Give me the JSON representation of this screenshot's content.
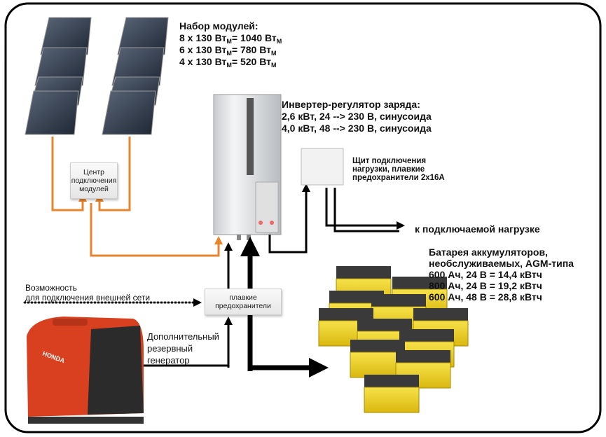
{
  "modules": {
    "title": "Набор модулей:",
    "lines": [
      {
        "lhs": "8 x 130 Вт",
        "sub1": "М",
        "rhs": "= 1040 Вт",
        "sub2": "М"
      },
      {
        "lhs": "6 x 130 Вт",
        "sub1": "М",
        "rhs": "= 780 Вт",
        "sub2": "М"
      },
      {
        "lhs": "4 x 130 Вт",
        "sub1": "М",
        "rhs": "= 520 Вт",
        "sub2": "М"
      }
    ]
  },
  "inverter": {
    "title": "Инвертер-регулятор заряда:",
    "lines": [
      "2,6 кВт, 24 --> 230 В, синусоида",
      "4,0 кВт, 48 --> 230 В, синусоида"
    ]
  },
  "load_panel": {
    "lines": [
      "Щит подключения",
      "нагрузки, плавкие",
      "предохранители 2x16A"
    ]
  },
  "load_label": "к подключаемой нагрузке",
  "battery": {
    "lines": [
      "Батарея аккумуляторов,",
      "необслуживаемых, AGM-типа",
      "600 Ач, 24 В  = 14,4 кВтч",
      "800 Ач, 24 В  = 19,2 кВтч",
      "600 Ач, 48 В  = 28,8 кВтч"
    ]
  },
  "module_center": {
    "lines": [
      "Центр",
      "подключения",
      "модулей"
    ]
  },
  "fuses": {
    "lines": [
      "плавкие",
      "предохранители"
    ]
  },
  "grid": {
    "lines": [
      "Возможность",
      "для подключения внешней сети"
    ]
  },
  "generator": {
    "lines": [
      "Дополнительный",
      "резервный",
      "генератор"
    ],
    "brand": "HONDA"
  },
  "colors": {
    "frame": "#000000",
    "pv_wire": "#e8842c",
    "power_wire": "#000000",
    "battery": "#f2d21a",
    "generator": "#d8401f",
    "panel": "#2f3a4a"
  }
}
